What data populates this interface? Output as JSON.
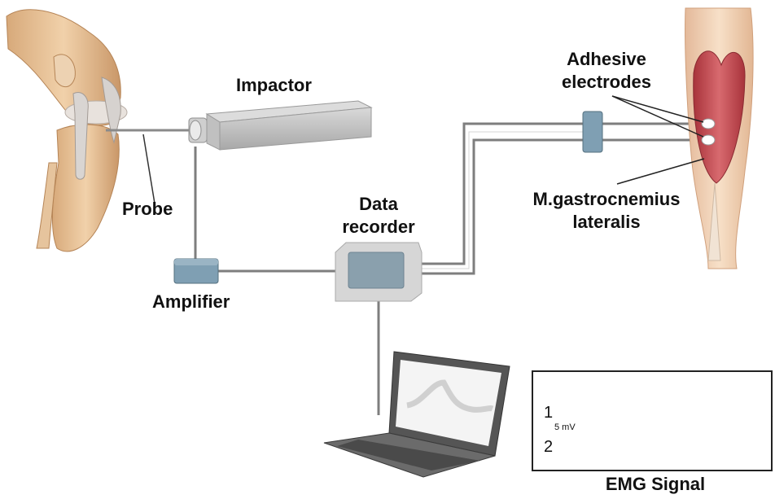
{
  "labels": {
    "impactor": "Impactor",
    "probe": "Probe",
    "amplifier": "Amplifier",
    "data_recorder_line1": "Data",
    "data_recorder_line2": "recorder",
    "adhesive_line1": "Adhesive",
    "adhesive_line2": "electrodes",
    "muscle_line1": "M.gastrocnemius",
    "muscle_line2": "lateralis",
    "emg_title": "EMG Signal"
  },
  "emg": {
    "channel_1": "1",
    "channel_2": "2",
    "scale": "5 mV"
  },
  "colors": {
    "device_gray": "#b9b9b9",
    "device_box_blue": "#7f9fb3",
    "muscle_red": "#c9474e",
    "skin": "#e9c39a",
    "wire": "#8a8a8a"
  }
}
